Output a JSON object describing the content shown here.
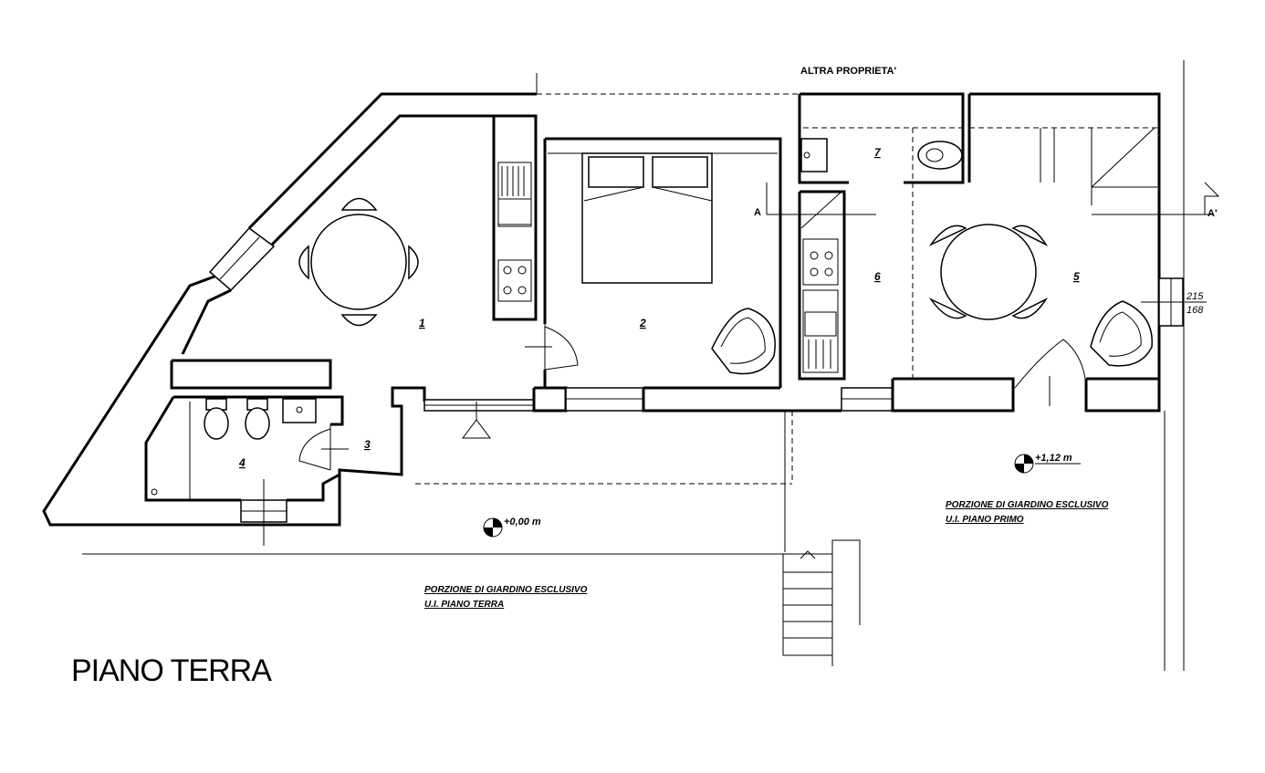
{
  "title": "PIANO TERRA",
  "top_label": "ALTRA PROPRIETA'",
  "rooms": [
    {
      "id": "1",
      "label": "1"
    },
    {
      "id": "2",
      "label": "2"
    },
    {
      "id": "3",
      "label": "3"
    },
    {
      "id": "4",
      "label": "4"
    },
    {
      "id": "5",
      "label": "5"
    },
    {
      "id": "6",
      "label": "6"
    },
    {
      "id": "7",
      "label": "7"
    }
  ],
  "section_marks": {
    "left": "A",
    "right": "A'"
  },
  "window_dims": {
    "width": "215",
    "height": "168"
  },
  "levels": [
    {
      "id": "ground",
      "label": "+0,00 m"
    },
    {
      "id": "upper",
      "label": "+1,12 m"
    }
  ],
  "garden_labels": [
    {
      "id": "ground",
      "line1": "PORZIONE DI GIARDINO ESCLUSIVO",
      "line2": "U.I. PIANO TERRA"
    },
    {
      "id": "upper",
      "line1": "PORZIONE DI GIARDINO ESCLUSIVO",
      "line2": "U.I. PIANO PRIMO"
    }
  ],
  "colors": {
    "ink": "#000000",
    "paper": "#ffffff"
  }
}
